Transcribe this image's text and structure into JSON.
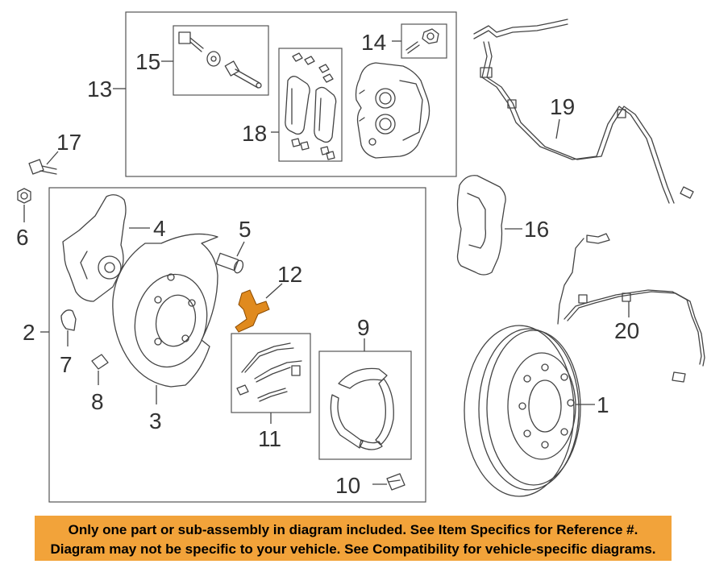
{
  "diagram": {
    "callouts": {
      "c1": "1",
      "c2": "2",
      "c3": "3",
      "c4": "4",
      "c5": "5",
      "c6": "6",
      "c7": "7",
      "c8": "8",
      "c9": "9",
      "c10": "10",
      "c11": "11",
      "c12": "12",
      "c13": "13",
      "c14": "14",
      "c15": "15",
      "c16": "16",
      "c17": "17",
      "c18": "18",
      "c19": "19",
      "c20": "20"
    },
    "highlight_color": "#e08a1e"
  },
  "notice": {
    "line1": "Only one part or sub-assembly in diagram included. See Item Specifics for Reference #.",
    "line2": "Diagram may not be specific to your vehicle. See Compatibility for vehicle-specific diagrams.",
    "background_color": "#f2a33a"
  }
}
